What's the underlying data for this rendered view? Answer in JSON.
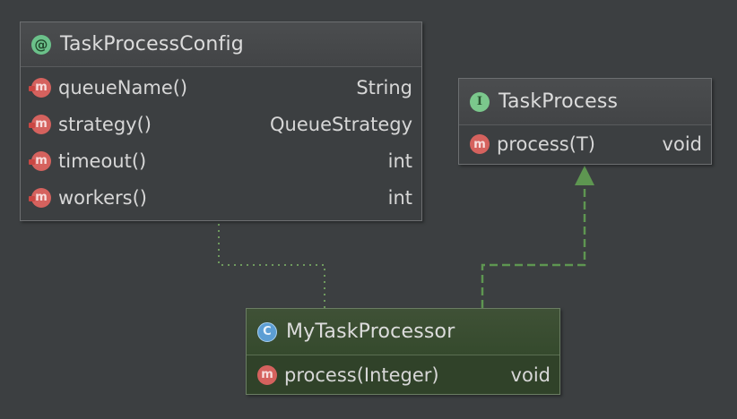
{
  "diagram": {
    "nodes": {
      "config": {
        "stereotype_icon": "annotation-icon",
        "title": "TaskProcessConfig",
        "members": [
          {
            "name": "queueName()",
            "type": "String",
            "icon": "method-icon"
          },
          {
            "name": "strategy()",
            "type": "QueueStrategy",
            "icon": "method-icon"
          },
          {
            "name": "timeout()",
            "type": "int",
            "icon": "method-icon"
          },
          {
            "name": "workers()",
            "type": "int",
            "icon": "method-icon"
          }
        ]
      },
      "iface": {
        "stereotype_icon": "interface-icon",
        "title": "TaskProcess",
        "members": [
          {
            "name": "process(T)",
            "type": "void",
            "icon": "method-icon"
          }
        ]
      },
      "impl": {
        "stereotype_icon": "class-icon",
        "title": "MyTaskProcessor",
        "members": [
          {
            "name": "process(Integer)",
            "type": "void",
            "icon": "method-icon"
          }
        ]
      }
    },
    "colors": {
      "background": "#3c3f41",
      "realization_edge": "#5e9651",
      "annotation_edge": "#6f9a5e",
      "highlight_header": "#3f5136"
    }
  }
}
